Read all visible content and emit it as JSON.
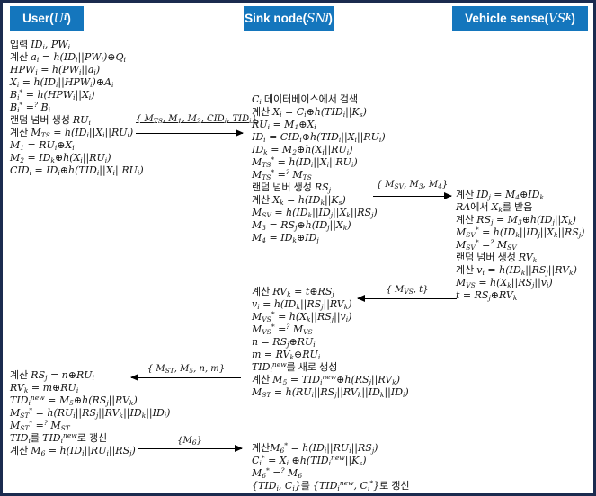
{
  "colors": {
    "header_bg": "#1476bd",
    "header_text": "#ffffff",
    "border": "#1b2b4f",
    "text": "#141414",
    "arrow": "#000000"
  },
  "headers": [
    {
      "pre": "User(",
      "var": "U",
      "sub": "i",
      "post": ")"
    },
    {
      "pre": "Sink node(",
      "var": "SN",
      "sub": "j",
      "post": ")"
    },
    {
      "pre": "Vehicle sense(",
      "var": "VS",
      "sub": "k",
      "post": ")"
    }
  ],
  "user_steps_1": [
    "입력 ID_i, PW_i",
    "계산 a_i = h(ID_i||PW_i)⊕Q_i",
    "HPW_i = h(PW_i||a_i)",
    "X_i = h(ID_i||HPW_i)⊕A_i",
    "B_i^* = h(HPW_i||X_i)",
    "B_i^* =^? B_i",
    "랜덤 넘버 생성 RU_i",
    "계산 M_{TS} = h(ID_i||X_i||RU_i)",
    "M_1 = RU_i⊕X_i",
    "M_2 = ID_k⊕h(X_i||RU_i)",
    "CID_i = ID_i⊕h(TID_i||X_i||RU_i)"
  ],
  "sink_steps_1": [
    "C_i 데이터베이스에서 검색",
    "계산 X_i = C_i⊕h(TID_i||K_s)",
    "RU_i = M_1⊕X_i",
    "ID_i = CID_i⊕h(TID_i||X_i||RU_i)",
    "ID_k = M_2⊕h(X_i||RU_i)",
    "M_{TS}^* = h(ID_i||X_i||RU_i)",
    "M_{TS}^* =^? M_{TS}",
    "랜덤 넘버 생성 RS_j",
    "계산 X_k = h(ID_k||K_s)",
    "M_{SV} = h(ID_k||ID_j||X_k||RS_j)",
    "M_3 = RS_j⊕h(ID_j||X_k)",
    "M_4 = ID_k⊕ID_j"
  ],
  "vehicle_steps_1": [
    "계산 ID_j = M_4⊕ID_k",
    "RA에서 X_k를 받음",
    "계산 RS_j = M_3⊕h(ID_j||X_k)",
    "M_{SV}^* = h(ID_k||ID_j||X_k||RS_j)",
    "M_{SV}^* =^? M_{SV}",
    "랜덤 넘버 생성 RV_k",
    "계산 v_i = h(ID_k||RS_j||RV_k)",
    "M_{VS} = h(X_k||RS_j||v_i)",
    "t = RS_j⊕RV_k"
  ],
  "sink_steps_2": [
    "계산 RV_k = t⊕RS_j",
    "v_i = h(ID_k||RS_j||RV_k)",
    "M_{VS}^* = h(X_k||RS_j||v_i)",
    "M_{VS}^* =^? M_{VS}",
    "n = RS_j⊕RU_i",
    "m = RV_k⊕RU_i",
    "TID_i^{new}를 새로 생성",
    "계산 M_5 = TID_i^{new}⊕h(RS_j||RV_k)",
    "M_{ST} = h(RU_i||RS_j||RV_k||ID_k||ID_i)"
  ],
  "user_steps_2": [
    "계산 RS_j = n⊕RU_i",
    "RV_k = m⊕RU_i",
    "TID_i^{new} = M_5⊕h(RS_j||RV_k)",
    "M_{ST}^* = h(RU_i||RS_j||RV_k||ID_k||ID_i)",
    "M_{ST}^* =^? M_{ST}",
    "TID_i를 TID_i^{new}로 갱신",
    "계산 M_6 = h(ID_i||RU_i||RS_j)"
  ],
  "sink_steps_3": [
    "계산M_6^* = h(ID_i||RU_i||RS_j)",
    "C_i^* = X_i ⊕h(TID_i^{new}||K_s)",
    "M_6^* =^? M_6",
    "{TID_i, C_i}를 {TID_i^{new}, C_i^*}로 갱신"
  ],
  "messages": [
    {
      "label": "{ M_{TS}, M_1, M_2, CID_i, TID_i}",
      "direction": "right"
    },
    {
      "label": "{ M_{SV}, M_3, M_4}",
      "direction": "right"
    },
    {
      "label": "{ M_{VS}, t}",
      "direction": "left"
    },
    {
      "label": "{ M_{ST}, M_5, n, m}",
      "direction": "left"
    },
    {
      "label": "{M_6}",
      "direction": "right"
    }
  ]
}
